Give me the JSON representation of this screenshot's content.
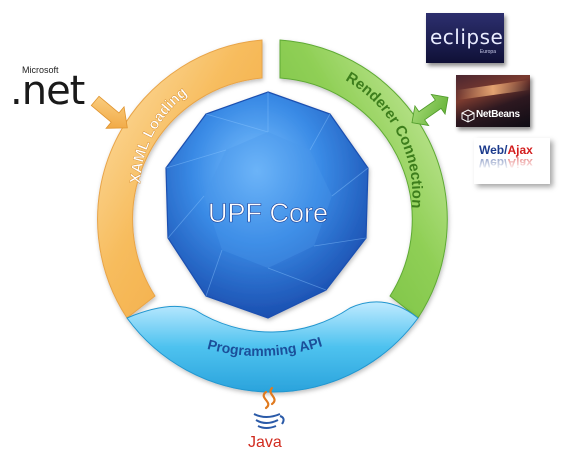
{
  "diagram": {
    "core_label": "UPF Core",
    "segments": {
      "left": "XAML Loading",
      "right": "Renderer Connection",
      "bottom": "Programming API"
    },
    "logos": {
      "dotnet": {
        "brand": "Microsoft",
        "word": ".net"
      },
      "eclipse": {
        "word": "eclipse",
        "sub": "Europa"
      },
      "netbeans": {
        "word": "NetBeans"
      },
      "webajax": {
        "web": "Web/",
        "ajax": "Ajax"
      },
      "java": {
        "word": "Java"
      }
    },
    "colors": {
      "xaml_ring": "#f6b653",
      "renderer_ring": "#86c94a",
      "api_ring": "#46bbe8",
      "core": "#2f79d8"
    }
  }
}
